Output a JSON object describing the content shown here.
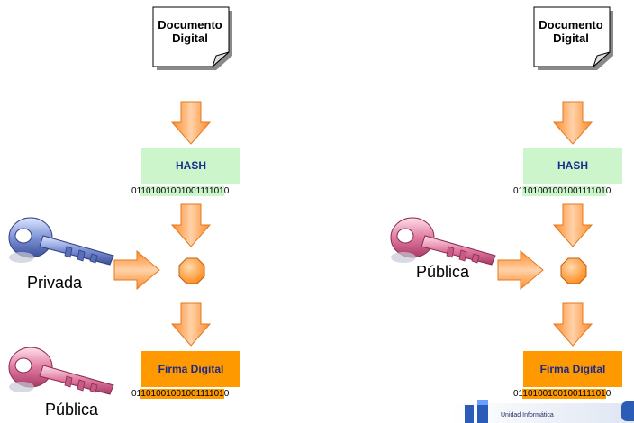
{
  "left": {
    "document_label_line1": "Documento",
    "document_label_line2": "Digital",
    "hash_label": "HASH",
    "hash_bits_pre": "01",
    "hash_bits_mid": "10100100100111101",
    "hash_bits_post": "0",
    "private_key_label": "Privada",
    "signature_label": "Firma Digital",
    "signature_bits_pre": "01",
    "signature_bits_mid": "10100100100111101",
    "signature_bits_post": "0",
    "public_key_label": "Pública"
  },
  "right": {
    "document_label_line1": "Documento",
    "document_label_line2": "Digital",
    "hash_label": "HASH",
    "hash_bits_pre": "01",
    "hash_bits_mid": "10100100100111101",
    "hash_bits_post": "0",
    "public_key_label": "Pública",
    "signature_label": "Firma Digital",
    "signature_bits_pre": "01",
    "signature_bits_mid": "10100100100111101",
    "signature_bits_post": "0"
  },
  "logo": {
    "text": "Unidad Informática"
  },
  "colors": {
    "hash_fill": "#ccf5cc",
    "signature_fill": "#ff9900",
    "arrow_fill": "#ffa040",
    "octagon_fill": "#ff9a33",
    "label_text": "#1a2a8c"
  },
  "icons": {
    "document": "document-icon",
    "down_arrow": "down-arrow-icon",
    "right_arrow": "right-arrow-icon",
    "process": "octagon-icon",
    "private_key": "blue-key-icon",
    "public_key": "pink-key-icon"
  }
}
